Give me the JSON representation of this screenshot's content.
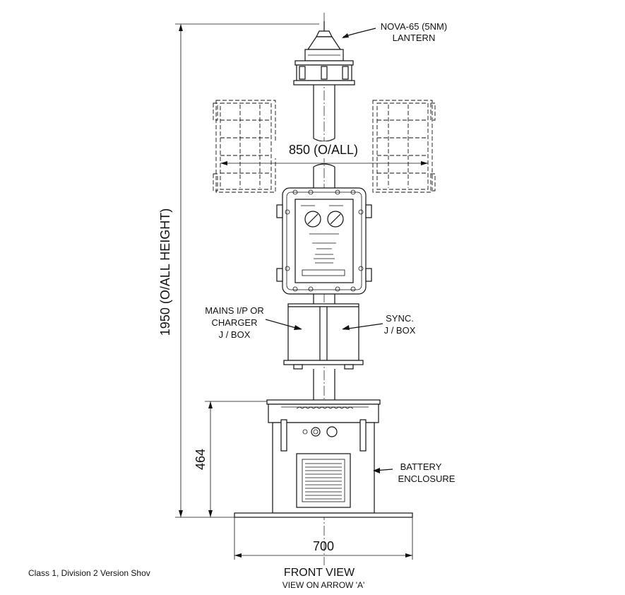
{
  "labels": {
    "lantern_line1": "NOVA-65 (5NM)",
    "lantern_line2": "LANTERN",
    "width_top": "850  (O/ALL)",
    "height_overall": "1950 (O/ALL HEIGHT)",
    "mains_line1": "MAINS I/P OR",
    "mains_line2": "CHARGER",
    "mains_line3": "J / BOX",
    "sync_line1": "SYNC.",
    "sync_line2": "J / BOX",
    "battery_line1": "BATTERY",
    "battery_line2": "ENCLOSURE",
    "height_battery": "464",
    "width_base": "700",
    "view_title": "FRONT  VIEW",
    "view_subtitle": "VIEW ON ARROW  'A'",
    "caption": "Class 1, Division 2 Version Shov"
  }
}
